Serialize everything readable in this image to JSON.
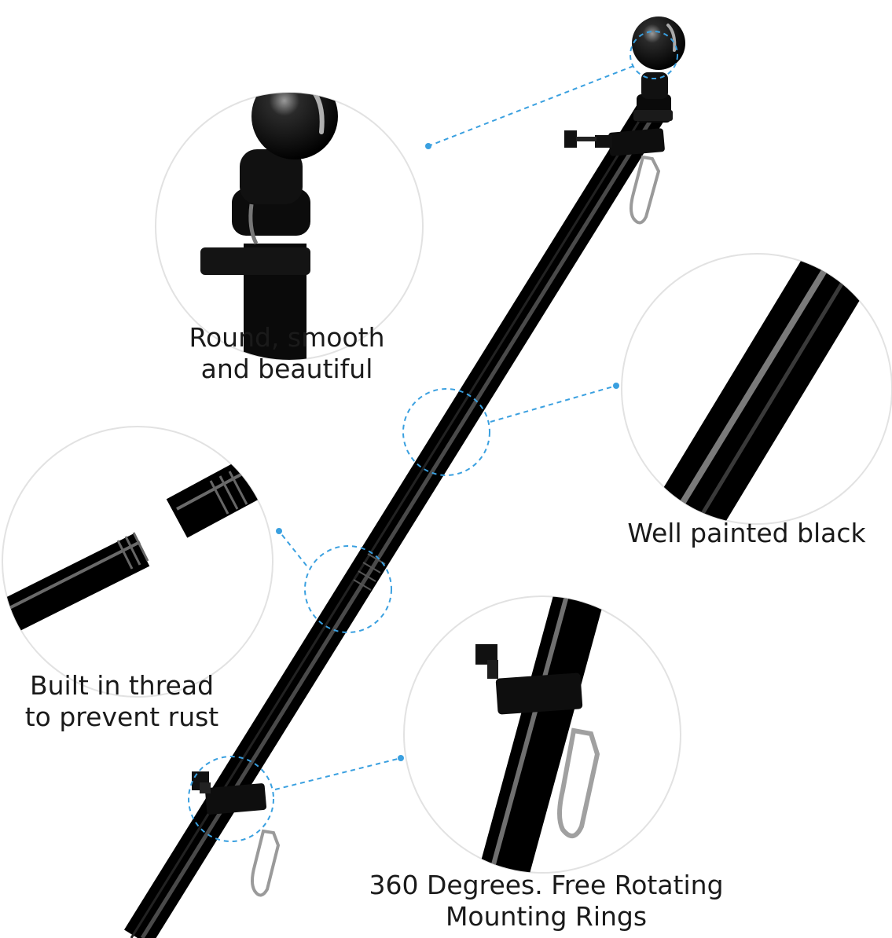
{
  "colors": {
    "background": "#ffffff",
    "pole_black": "#0b0b0b",
    "callout_blue": "#3aa0e0",
    "circle_edge": "#e2e2e2",
    "text": "#1a1a1a"
  },
  "icons": {
    "ball_top": "ball-finial-icon",
    "carabiner": "carabiner-clip-icon",
    "rotating_ring": "rotating-ring-icon"
  },
  "features": [
    {
      "id": "ball",
      "caption_lines": [
        "Round, smooth",
        "and beautiful"
      ]
    },
    {
      "id": "paint",
      "caption_lines": [
        "Well painted black"
      ]
    },
    {
      "id": "thread",
      "caption_lines": [
        "Built in thread",
        "to prevent rust"
      ]
    },
    {
      "id": "rings",
      "caption_lines": [
        "360 Degrees. Free Rotating",
        "Mounting Rings"
      ]
    }
  ]
}
